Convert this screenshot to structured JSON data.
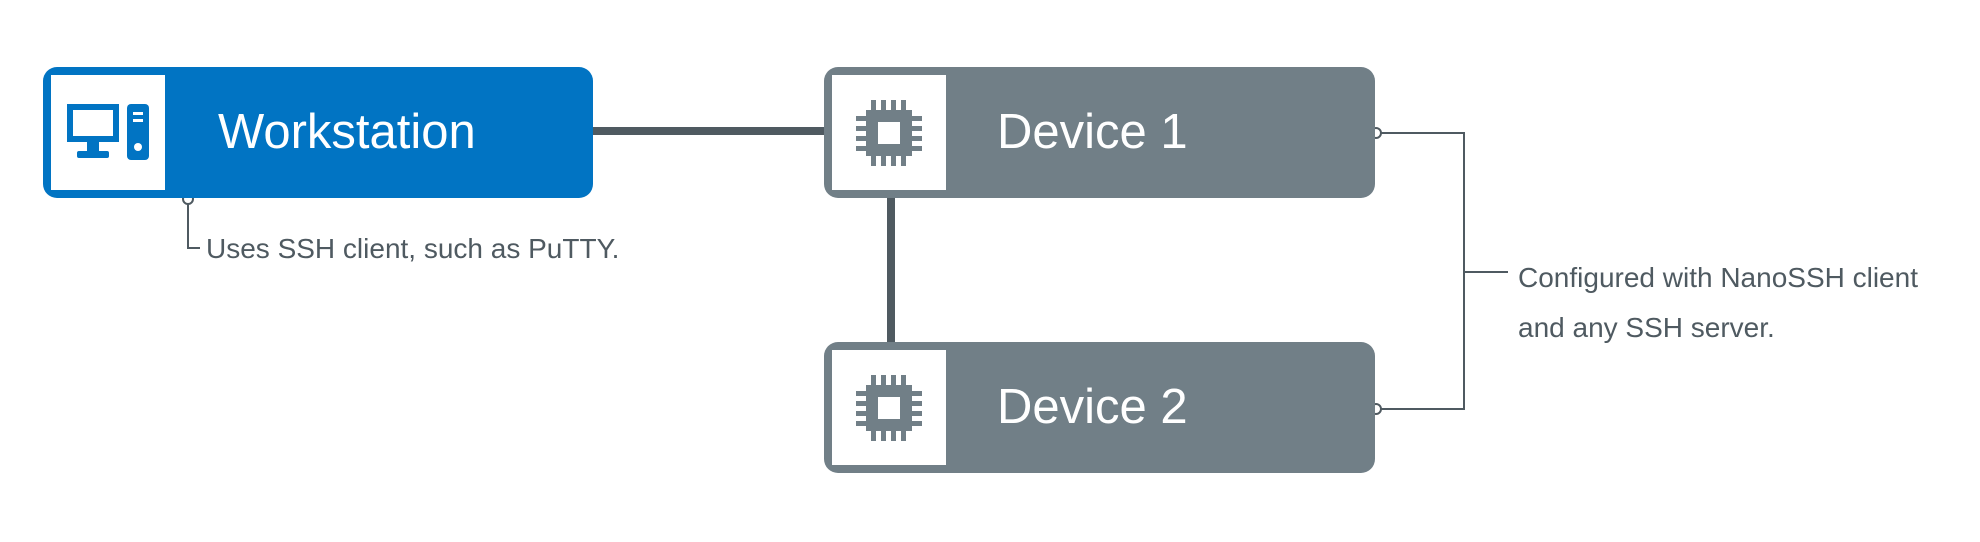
{
  "nodes": {
    "workstation": {
      "label": "Workstation",
      "icon": "desktop-computer-icon",
      "color": "#0174c3"
    },
    "device1": {
      "label": "Device 1",
      "icon": "chip-icon",
      "color": "#717f87"
    },
    "device2": {
      "label": "Device 2",
      "icon": "chip-icon",
      "color": "#717f87"
    }
  },
  "notes": {
    "workstation": "Uses SSH client, such as PuTTY.",
    "devices": {
      "line1": "Configured with NanoSSH client",
      "line2": "and any SSH server."
    }
  },
  "colors": {
    "link": "#4f5a61",
    "annotation": "#4f5a61"
  }
}
